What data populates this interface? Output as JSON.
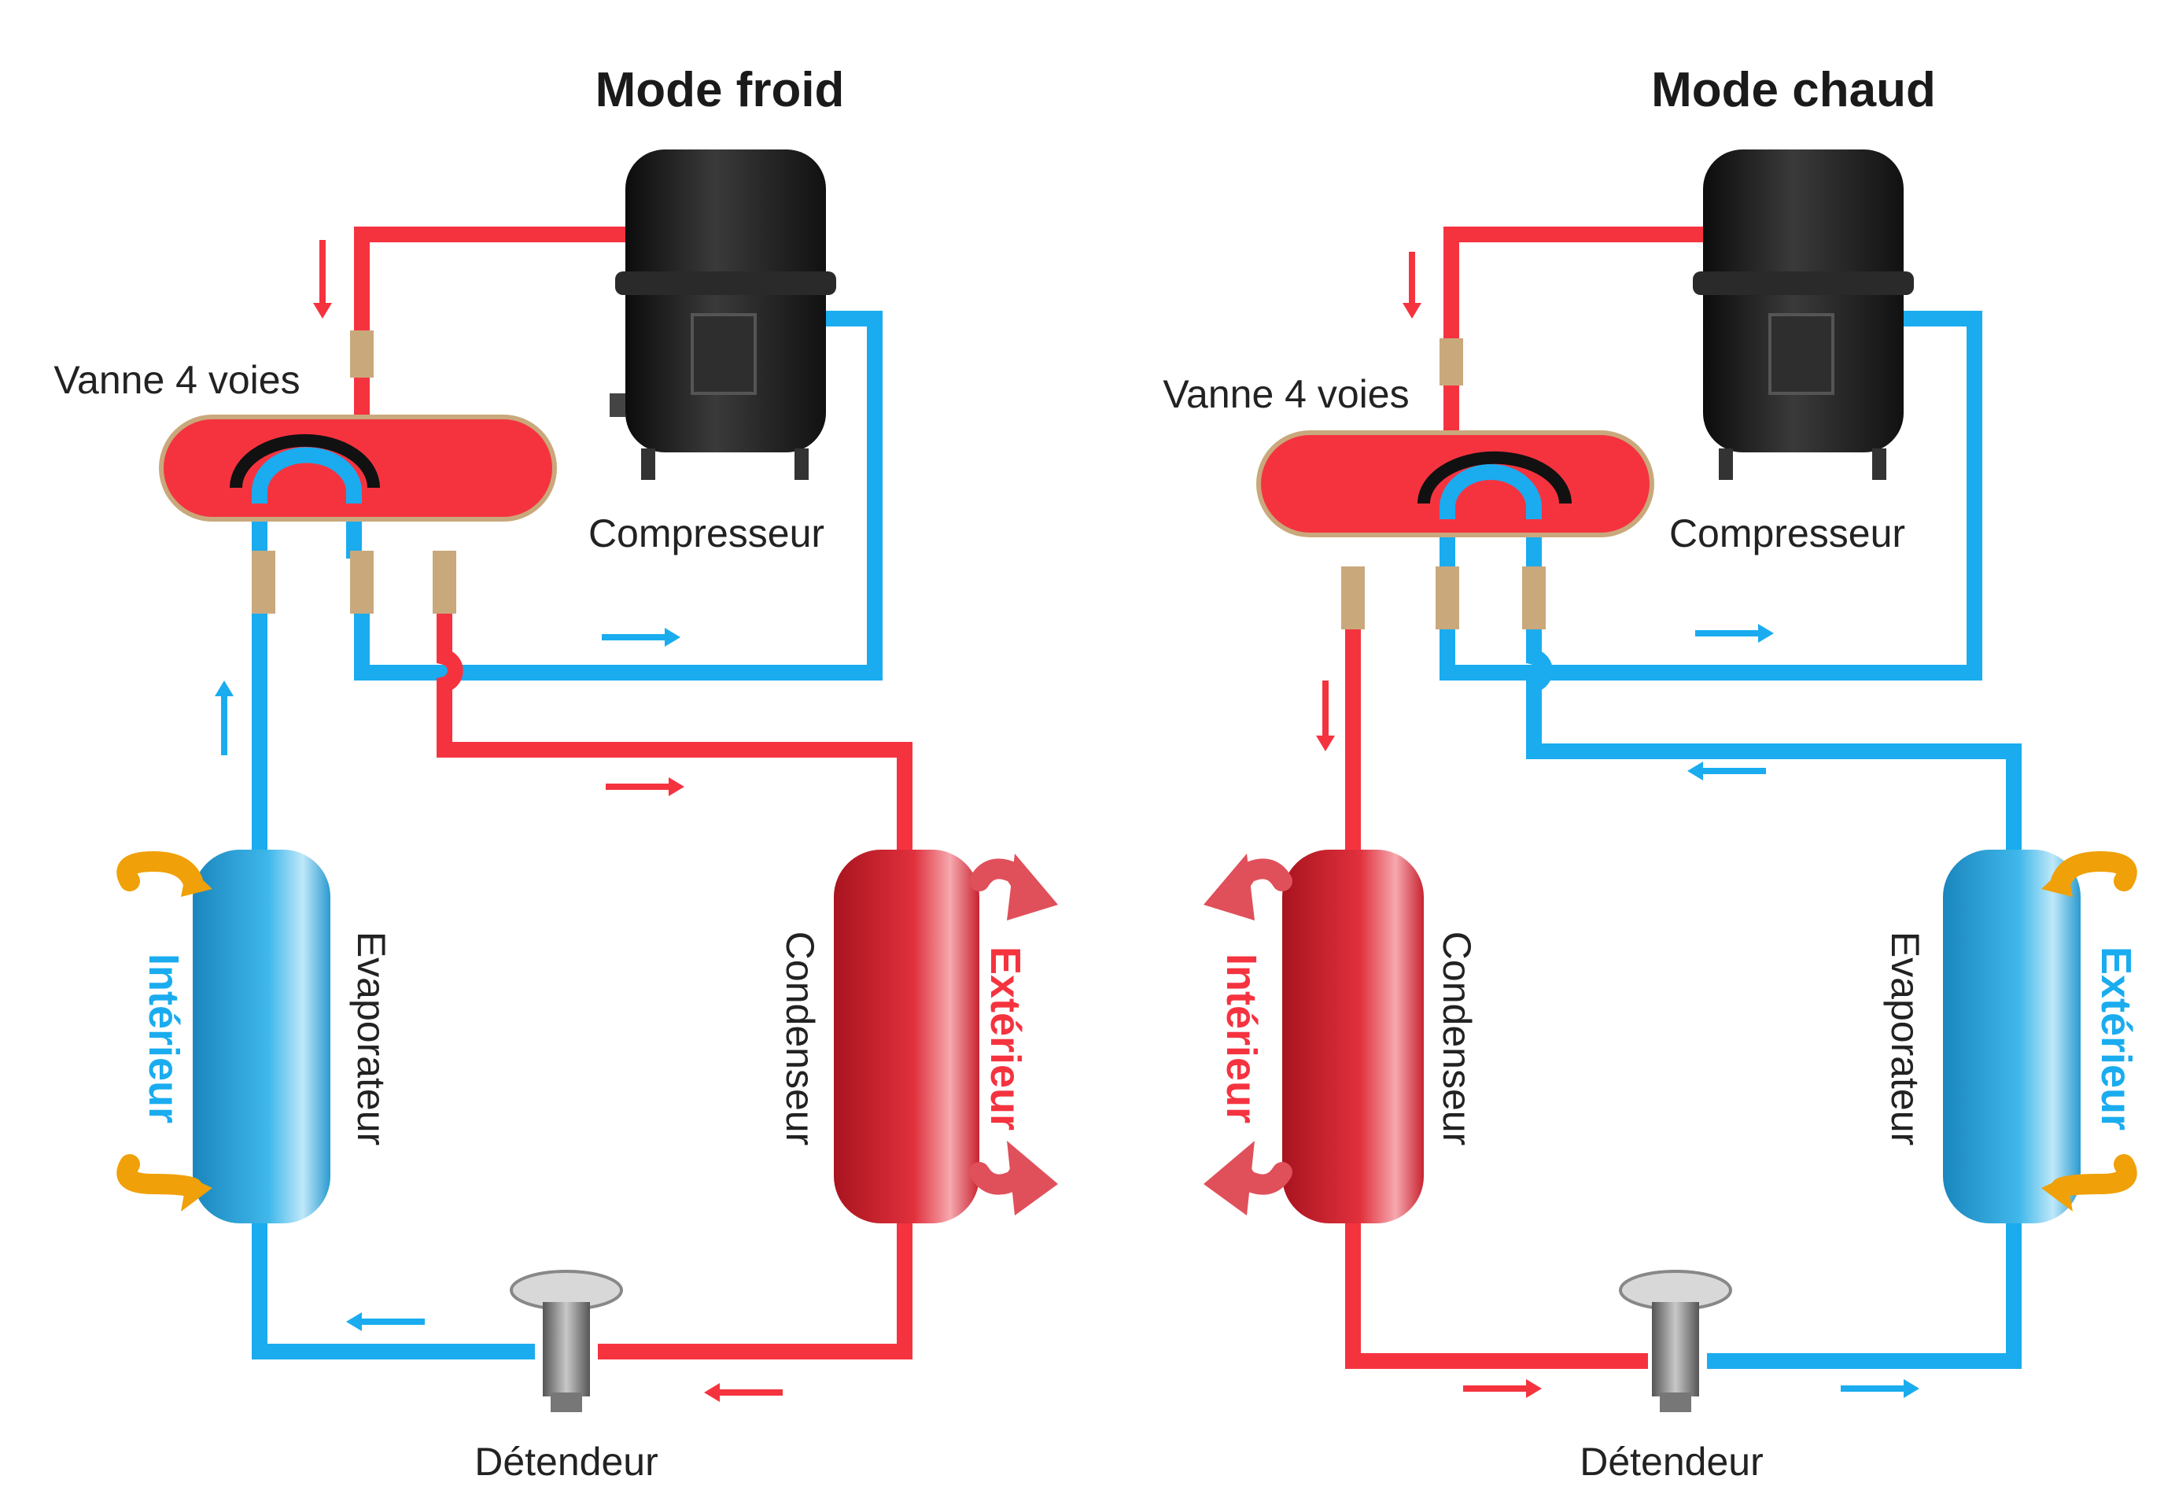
{
  "colors": {
    "hot": "#f5333f",
    "cold": "#1aacef",
    "hot_dark": "#b81d2b",
    "cold_dark": "#1e84b8",
    "air": "#f0a008",
    "air_hot": "#e0505a",
    "compressor": "#1b1b1b"
  },
  "icons": [
    "compressor-icon",
    "four-way-valve-icon",
    "expansion-valve-icon",
    "heat-exchanger-icon",
    "air-flow-arrow-icon",
    "flow-arrow-icon"
  ],
  "diagrams": [
    {
      "title": "Mode froid",
      "valve_label": "Vanne 4 voies",
      "compressor_label": "Compresseur",
      "left_exchanger_label": "Evaporateur",
      "right_exchanger_label": "Condenseur",
      "left_side_label": "Intérieur",
      "right_side_label": "Extérieur",
      "expansion_label": "Détendeur"
    },
    {
      "title": "Mode chaud",
      "valve_label": "Vanne 4 voies",
      "compressor_label": "Compresseur",
      "left_exchanger_label": "Condenseur",
      "right_exchanger_label": "Evaporateur",
      "left_side_label": "Intérieur",
      "right_side_label": "Extérieur",
      "expansion_label": "Détendeur"
    }
  ]
}
